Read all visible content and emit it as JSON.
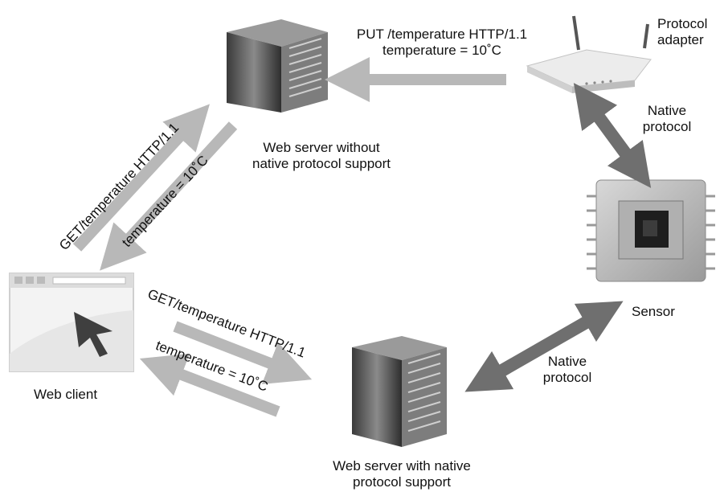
{
  "nodes": {
    "web_server_no_native": {
      "label_line1": "Web server without",
      "label_line2": "native protocol support"
    },
    "protocol_adapter": {
      "label_line1": "Protocol",
      "label_line2": "adapter"
    },
    "sensor": {
      "label": "Sensor"
    },
    "web_client": {
      "label": "Web client"
    },
    "web_server_native": {
      "label_line1": "Web server with native",
      "label_line2": "protocol support"
    }
  },
  "edges": {
    "put_request": {
      "line1": "PUT /temperature HTTP/1.1",
      "line2": "temperature = 10˚C"
    },
    "adapter_sensor": {
      "line1": "Native",
      "line2": "protocol"
    },
    "client_to_server_top_request": "GET/temperature HTTP/1.1",
    "server_top_to_client_response": "temperature = 10˚C",
    "client_to_server_bottom_request": "GET/temperature HTTP/1.1",
    "server_bottom_to_client_response": "temperature = 10˚C",
    "sensor_server_bottom": {
      "line1": "Native",
      "line2": "protocol"
    }
  },
  "colors": {
    "arrow_gray": "#b8b8b8",
    "arrow_dark": "#6f6f6f"
  }
}
